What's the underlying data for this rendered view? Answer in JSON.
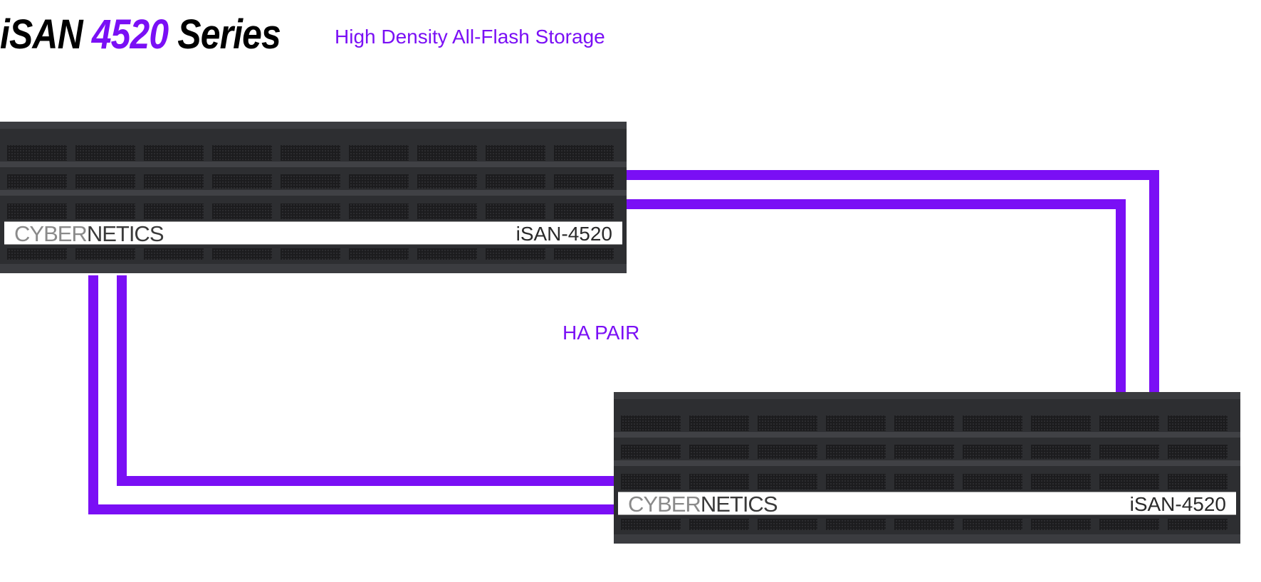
{
  "header": {
    "title_prefix": "iSAN",
    "title_model": "4520",
    "title_suffix": "Series",
    "subtitle": "High Density All-Flash Storage"
  },
  "diagram": {
    "connection_label": "HA PAIR",
    "nodes": [
      {
        "brand_light": "CYBER",
        "brand_dark": "NETICS",
        "model": "iSAN-4520"
      },
      {
        "brand_light": "CYBER",
        "brand_dark": "NETICS",
        "model": "iSAN-4520"
      }
    ],
    "cable_count": 4
  },
  "colors": {
    "accent": "#7a0ff5",
    "chassis": "#2d2e31",
    "label_strip": "#ffffff"
  }
}
